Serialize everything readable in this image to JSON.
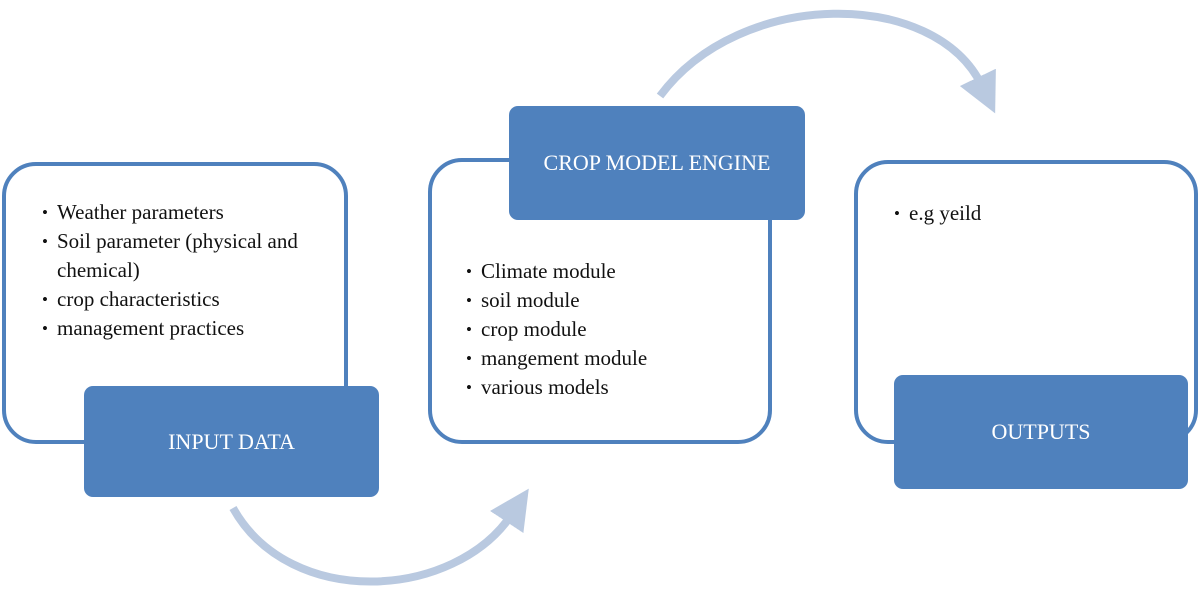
{
  "colors": {
    "box": "#4f81bd",
    "frame": "#4f81bd",
    "arrow": "#b9c9e0",
    "text": "#111111",
    "label_text": "#ffffff"
  },
  "input": {
    "label": "INPUT DATA",
    "items": [
      "Weather parameters",
      "Soil parameter (physical and chemical)",
      "crop characteristics",
      "management practices"
    ]
  },
  "engine": {
    "label": "CROP MODEL ENGINE",
    "items": [
      "Climate module",
      "soil module",
      "crop module",
      "mangement module",
      "various models"
    ]
  },
  "outputs": {
    "label": "OUTPUTS",
    "items": [
      "e.g yeild"
    ]
  }
}
